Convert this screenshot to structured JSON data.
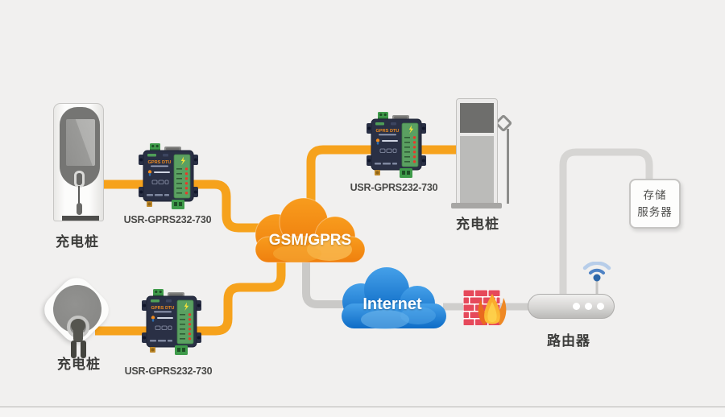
{
  "nodes": {
    "pile_top_left": {
      "label": "充电桩"
    },
    "pile_top_right": {
      "label": "充电桩"
    },
    "pile_bottom_left": {
      "label": "充电桩"
    },
    "dtu_face": {
      "title": "GPRS DTU"
    },
    "dtu1": {
      "model": "USR-GPRS232-730"
    },
    "dtu2": {
      "model": "USR-GPRS232-730"
    },
    "dtu3": {
      "model": "USR-GPRS232-730"
    },
    "gsm_cloud": {
      "label": "GSM/GPRS"
    },
    "internet_cloud": {
      "label": "Internet"
    },
    "router": {
      "label": "路由器"
    },
    "storage_server": {
      "line1": "存储",
      "line2": "服务器"
    }
  },
  "icons": {
    "wifi_icon": "wifi signal arcs above router antenna",
    "firewall_icon": "red brick wall with flame",
    "gsm_cloud_icon": "orange cloud",
    "internet_cloud_icon": "blue cloud"
  },
  "colors": {
    "background": "#f1f0ef",
    "orange_link": "#f6a21c",
    "gray_link": "#cac9c7",
    "gsm_cloud": "#f28c15",
    "internet_cloud": "#1d7fd2",
    "firewall_brick": "#e6495b",
    "flame": "#f6a928",
    "dtu_body": "#2a3045",
    "dtu_panel_green": "#5aa061",
    "wifi_blue": "#4e82c4"
  }
}
